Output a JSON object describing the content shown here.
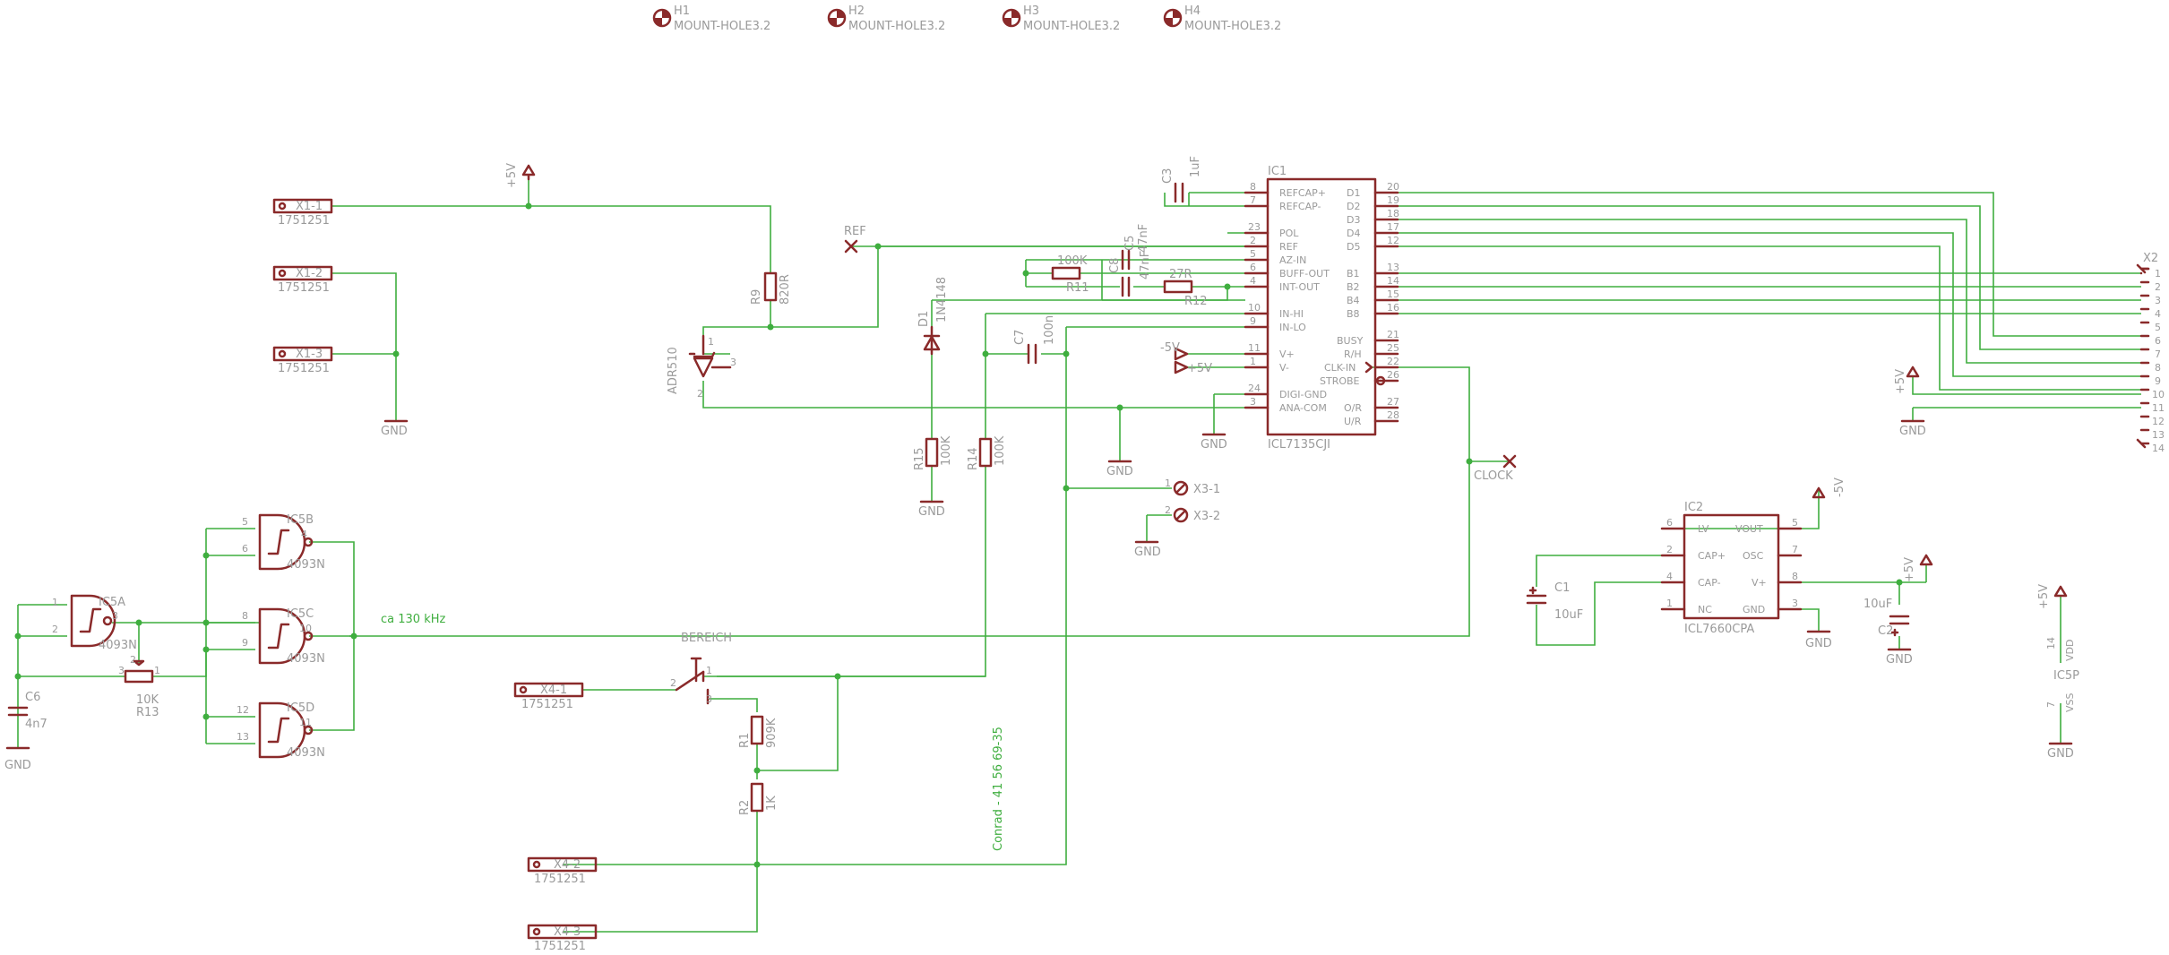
{
  "mount_holes": [
    {
      "ref": "H1",
      "value": "MOUNT-HOLE3.2"
    },
    {
      "ref": "H2",
      "value": "MOUNT-HOLE3.2"
    },
    {
      "ref": "H3",
      "value": "MOUNT-HOLE3.2"
    },
    {
      "ref": "H4",
      "value": "MOUNT-HOLE3.2"
    }
  ],
  "connectors": {
    "x1": [
      {
        "ref": "X1-1",
        "value": "1751251"
      },
      {
        "ref": "X1-2",
        "value": "1751251"
      },
      {
        "ref": "X1-3",
        "value": "1751251"
      }
    ],
    "x4": [
      {
        "ref": "X4-1",
        "value": "1751251"
      },
      {
        "ref": "X4-2",
        "value": "1751251"
      },
      {
        "ref": "X4-3",
        "value": "1751251"
      }
    ],
    "x3": [
      {
        "ref": "X3-1",
        "pin": "1"
      },
      {
        "ref": "X3-2",
        "pin": "2"
      }
    ],
    "x2": {
      "ref": "X2",
      "pins": [
        "1",
        "2",
        "3",
        "4",
        "5",
        "6",
        "7",
        "8",
        "9",
        "10",
        "11",
        "12",
        "13",
        "14"
      ]
    }
  },
  "ic1": {
    "ref": "IC1",
    "value": "ICL7135CJI",
    "left_pins": [
      {
        "num": "8",
        "name": "REFCAP+"
      },
      {
        "num": "7",
        "name": "REFCAP-"
      },
      {
        "num": "23",
        "name": "POL"
      },
      {
        "num": "2",
        "name": "REF"
      },
      {
        "num": "5",
        "name": "AZ-IN"
      },
      {
        "num": "6",
        "name": "BUFF-OUT"
      },
      {
        "num": "4",
        "name": "INT-OUT"
      },
      {
        "num": "10",
        "name": "IN-HI"
      },
      {
        "num": "9",
        "name": "IN-LO"
      },
      {
        "num": "11",
        "name": "V+"
      },
      {
        "num": "1",
        "name": "V-"
      },
      {
        "num": "24",
        "name": "DIGI-GND"
      },
      {
        "num": "3",
        "name": "ANA-COM"
      }
    ],
    "right_pins": [
      {
        "num": "20",
        "name": "D1"
      },
      {
        "num": "19",
        "name": "D2"
      },
      {
        "num": "18",
        "name": "D3"
      },
      {
        "num": "17",
        "name": "D4"
      },
      {
        "num": "12",
        "name": "D5"
      },
      {
        "num": "13",
        "name": "B1"
      },
      {
        "num": "14",
        "name": "B2"
      },
      {
        "num": "15",
        "name": "B4"
      },
      {
        "num": "16",
        "name": "B8"
      },
      {
        "num": "21",
        "name": "BUSY"
      },
      {
        "num": "25",
        "name": "R/H"
      },
      {
        "num": "22",
        "name": "CLK-IN"
      },
      {
        "num": "26",
        "name": "STROBE"
      },
      {
        "num": "27",
        "name": "O/R"
      },
      {
        "num": "28",
        "name": "U/R"
      }
    ]
  },
  "ic2": {
    "ref": "IC2",
    "value": "ICL7660CPA",
    "left_pins": [
      {
        "num": "6",
        "name": "LV"
      },
      {
        "num": "2",
        "name": "CAP+"
      },
      {
        "num": "4",
        "name": "CAP-"
      },
      {
        "num": "1",
        "name": "NC"
      }
    ],
    "right_pins": [
      {
        "num": "5",
        "name": "VOUT"
      },
      {
        "num": "7",
        "name": "OSC"
      },
      {
        "num": "8",
        "name": "V+"
      },
      {
        "num": "3",
        "name": "GND"
      }
    ]
  },
  "gates": [
    {
      "ref": "IC5A",
      "value": "4093N",
      "pins": [
        "1",
        "2",
        "3"
      ]
    },
    {
      "ref": "IC5B",
      "value": "4093N",
      "pins": [
        "5",
        "6",
        "4"
      ]
    },
    {
      "ref": "IC5C",
      "value": "4093N",
      "pins": [
        "8",
        "9",
        "10"
      ]
    },
    {
      "ref": "IC5D",
      "value": "4093N",
      "pins": [
        "12",
        "13",
        "11"
      ]
    }
  ],
  "ic5p": {
    "ref": "IC5P",
    "vdd": "VDD",
    "vss": "VSS",
    "pin_vdd": "14",
    "pin_vss": "7"
  },
  "passives": {
    "r9": {
      "ref": "R9",
      "value": "820R"
    },
    "r11": {
      "ref": "R11",
      "value": "100K"
    },
    "r12": {
      "ref": "R12",
      "value": "27R"
    },
    "r15": {
      "ref": "R15",
      "value": "100K"
    },
    "r14": {
      "ref": "R14",
      "value": "100K"
    },
    "r1": {
      "ref": "R1",
      "value": "909K"
    },
    "r2": {
      "ref": "R2",
      "value": "1K"
    },
    "r13": {
      "ref": "R13",
      "value": "10K"
    },
    "c3": {
      "ref": "C3",
      "value": "1uF"
    },
    "c5": {
      "ref": "C5",
      "value": "47nF"
    },
    "c8": {
      "ref": "C8",
      "value": "47nF"
    },
    "c7": {
      "ref": "C7",
      "value": "100n"
    },
    "c1": {
      "ref": "C1",
      "value": "10uF"
    },
    "c2": {
      "ref": "C2",
      "value": "10uF"
    },
    "c6": {
      "ref": "C6",
      "value": "4n7"
    },
    "d1": {
      "ref": "D1",
      "value": "1N4148"
    },
    "u_ref": {
      "ref": "ADR510"
    }
  },
  "supplies": {
    "p5v": "+5V",
    "m5v": "-5V",
    "gnd": "GND"
  },
  "nets": {
    "ref": "REF",
    "clock": "CLOCK"
  },
  "switch": {
    "ref": "BEREICH",
    "pins": [
      "1",
      "2",
      "3"
    ]
  },
  "notes": {
    "freq": "ca 130 kHz",
    "conrad": "Conrad - 41 56 69-35"
  },
  "small_pins": {
    "one": "1",
    "two": "2",
    "three": "3"
  },
  "colors": {
    "symbol": "#8a2a2a",
    "wire": "#3fae3f",
    "label": "#9a9a9a",
    "background": "#ffffff"
  }
}
